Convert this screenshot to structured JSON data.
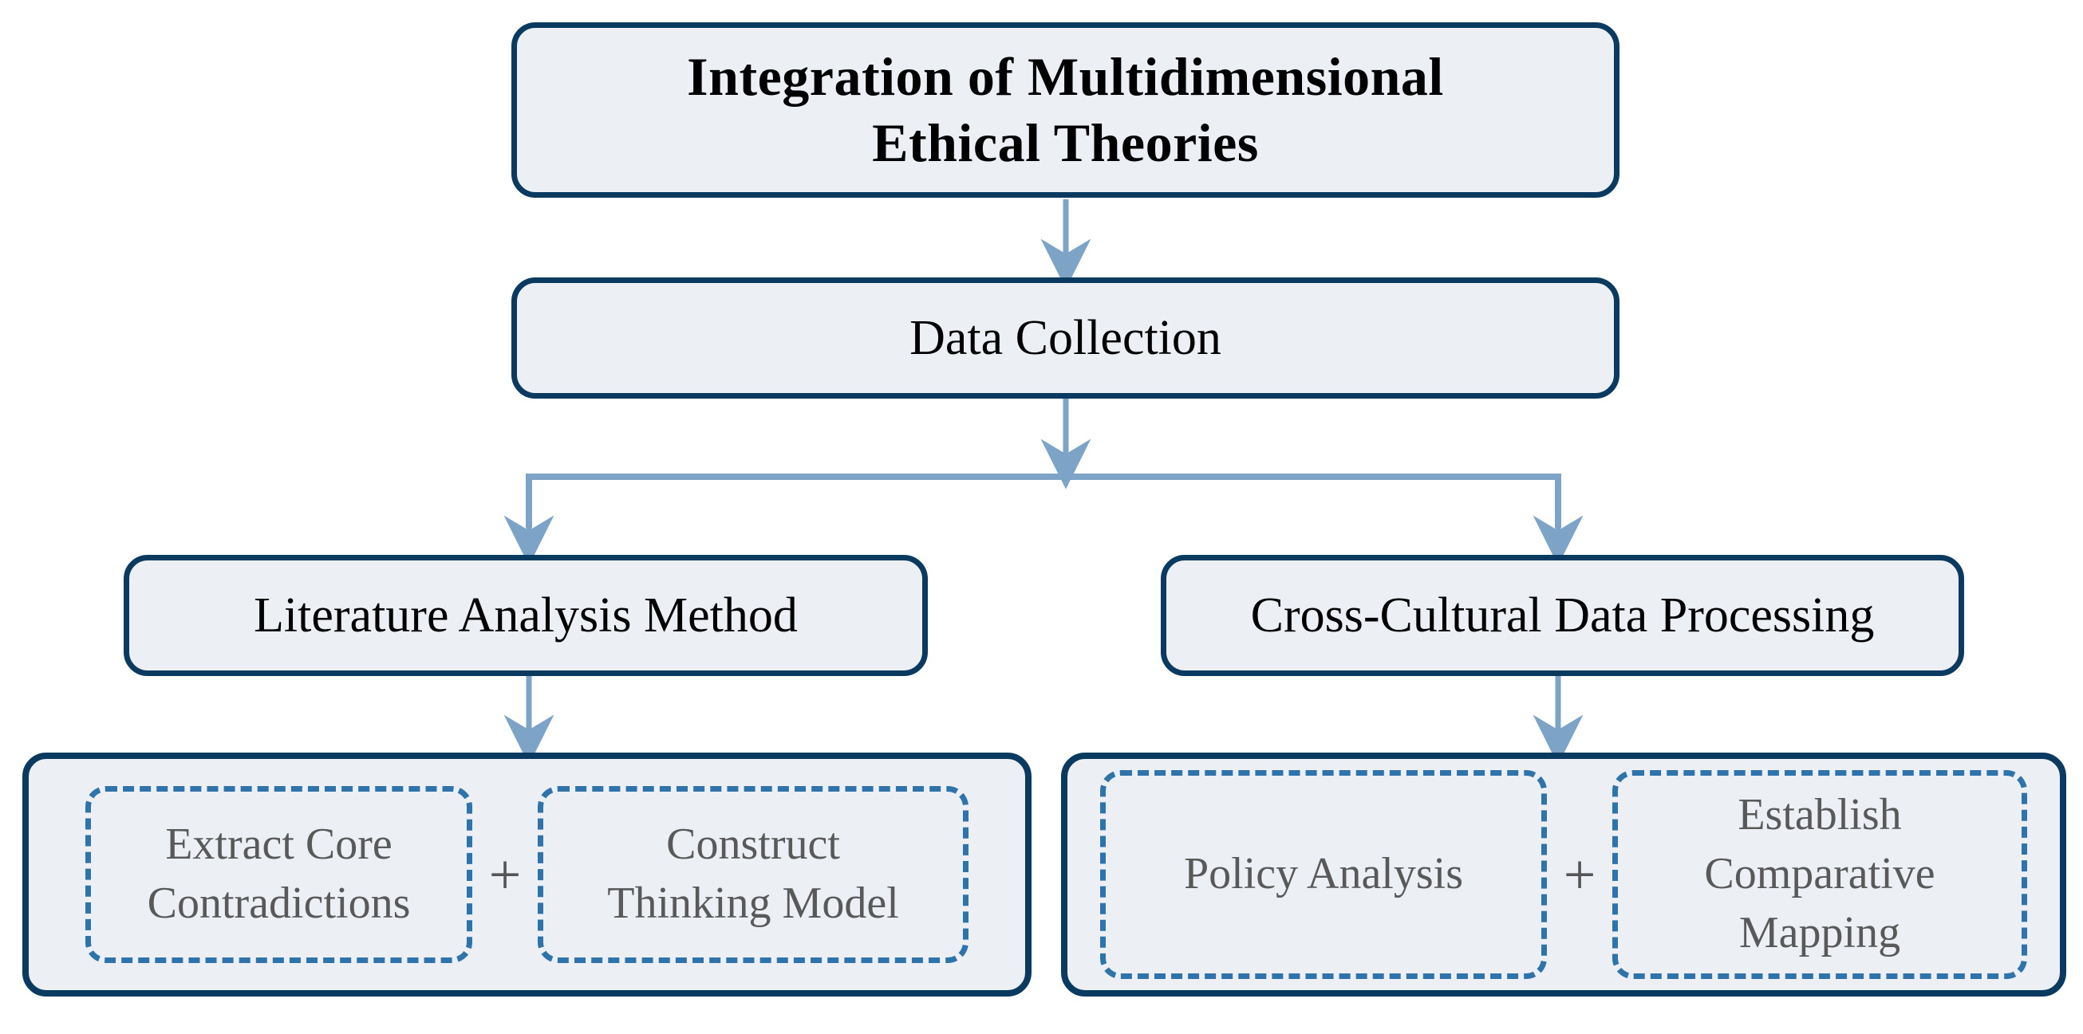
{
  "diagram": {
    "type": "flowchart",
    "title_node": {
      "label": "Integration of Multidimensional Ethical Theories",
      "line1": "Integration of Multidimensional",
      "line2": "Ethical Theories"
    },
    "data_collection_node": {
      "label": "Data Collection"
    },
    "branch_nodes": [
      {
        "label": "Literature Analysis Method"
      },
      {
        "label": "Cross-Cultural Data Processing"
      }
    ],
    "leaf_groups": [
      {
        "name": "literature-analysis-steps",
        "separator": "+",
        "items": [
          {
            "label": "Extract Core Contradictions",
            "line1": "Extract Core",
            "line2": "Contradictions",
            "line3": ""
          },
          {
            "label": "Construct Thinking Model",
            "line1": "Construct",
            "line2": "Thinking Model",
            "line3": ""
          }
        ]
      },
      {
        "name": "cross-cultural-steps",
        "separator": "+",
        "items": [
          {
            "label": "Policy Analysis",
            "line1": "Policy Analysis",
            "line2": "",
            "line3": ""
          },
          {
            "label": "Establish Comparative Mapping",
            "line1": "Establish",
            "line2": "Comparative",
            "line3": "Mapping"
          }
        ]
      }
    ],
    "colors": {
      "node_border": "#0b3a61",
      "node_fill": "#eceff4",
      "dashed_border": "#2f73ab",
      "arrow": "#7da3c6",
      "title_text": "#000000",
      "leaf_text": "#595959",
      "background": "#ffffff"
    }
  }
}
